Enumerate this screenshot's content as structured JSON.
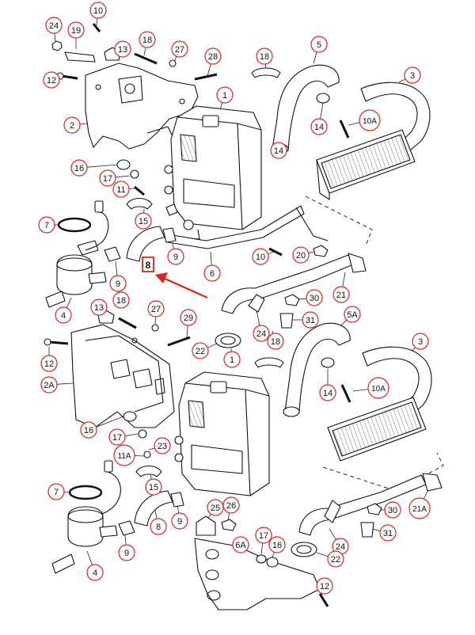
{
  "diagram": {
    "accent": "#e2231a",
    "line": "#111111",
    "label_bg": "#ffffff",
    "highlight_label": "8",
    "callouts": [
      {
        "id": "c1",
        "text": "24"
      },
      {
        "id": "c2",
        "text": "10"
      },
      {
        "id": "c3",
        "text": "19"
      },
      {
        "id": "c4",
        "text": "13"
      },
      {
        "id": "c5",
        "text": "18"
      },
      {
        "id": "c6",
        "text": "27"
      },
      {
        "id": "c7",
        "text": "28"
      },
      {
        "id": "c8",
        "text": "18"
      },
      {
        "id": "c9",
        "text": "5"
      },
      {
        "id": "c10",
        "text": "3"
      },
      {
        "id": "c11",
        "text": "12"
      },
      {
        "id": "c12",
        "text": "1"
      },
      {
        "id": "c13",
        "text": "2"
      },
      {
        "id": "c14",
        "text": "14"
      },
      {
        "id": "c15",
        "text": "14"
      },
      {
        "id": "c16",
        "text": "10A"
      },
      {
        "id": "c17",
        "text": "16"
      },
      {
        "id": "c18",
        "text": "17"
      },
      {
        "id": "c19",
        "text": "11"
      },
      {
        "id": "c20",
        "text": "15"
      },
      {
        "id": "c21",
        "text": "7"
      },
      {
        "id": "c22",
        "text": "9"
      },
      {
        "id": "c23",
        "text": "10"
      },
      {
        "id": "c24",
        "text": "20"
      },
      {
        "id": "c25",
        "text": "6"
      },
      {
        "id": "c26",
        "text": "9"
      },
      {
        "id": "c27",
        "text": "18"
      },
      {
        "id": "c28",
        "text": "21"
      },
      {
        "id": "c29",
        "text": "30"
      },
      {
        "id": "c30",
        "text": "4"
      },
      {
        "id": "c31",
        "text": "13"
      },
      {
        "id": "c32",
        "text": "27"
      },
      {
        "id": "c33",
        "text": "29"
      },
      {
        "id": "c34",
        "text": "31"
      },
      {
        "id": "c35",
        "text": "24"
      },
      {
        "id": "c36",
        "text": "18"
      },
      {
        "id": "c37",
        "text": "22"
      },
      {
        "id": "c38",
        "text": "1"
      },
      {
        "id": "c39",
        "text": "5A"
      },
      {
        "id": "c40",
        "text": "3"
      },
      {
        "id": "c41",
        "text": "12"
      },
      {
        "id": "c42",
        "text": "2A"
      },
      {
        "id": "c43",
        "text": "14"
      },
      {
        "id": "c44",
        "text": "10A"
      },
      {
        "id": "c45",
        "text": "16"
      },
      {
        "id": "c46",
        "text": "17"
      },
      {
        "id": "c47",
        "text": "23"
      },
      {
        "id": "c48",
        "text": "11A"
      },
      {
        "id": "c49",
        "text": "15"
      },
      {
        "id": "c50",
        "text": "7"
      },
      {
        "id": "c51",
        "text": "21A"
      },
      {
        "id": "c52",
        "text": "25"
      },
      {
        "id": "c53",
        "text": "26"
      },
      {
        "id": "c54",
        "text": "30"
      },
      {
        "id": "c55",
        "text": "8"
      },
      {
        "id": "c56",
        "text": "9"
      },
      {
        "id": "c57",
        "text": "17"
      },
      {
        "id": "c58",
        "text": "6A"
      },
      {
        "id": "c59",
        "text": "16"
      },
      {
        "id": "c60",
        "text": "31"
      },
      {
        "id": "c61",
        "text": "24"
      },
      {
        "id": "c62",
        "text": "9"
      },
      {
        "id": "c63",
        "text": "22"
      },
      {
        "id": "c64",
        "text": "4"
      },
      {
        "id": "c65",
        "text": "12"
      }
    ]
  }
}
